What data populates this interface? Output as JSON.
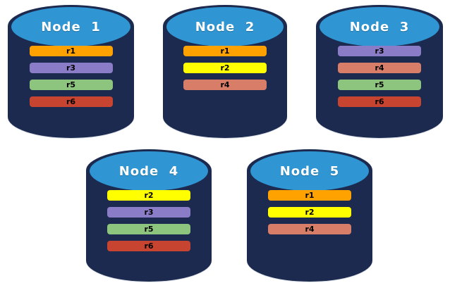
{
  "diagram": {
    "description_colors": {
      "background": "#FFFFFF",
      "cylinder_body": "#1B2A4E",
      "cylinder_top": "#2F96D3",
      "title_text": "#FFFFFF",
      "bar_text": "#000000",
      "replica_r1": "#FFA200",
      "replica_r2": "#FFFF00",
      "replica_r3": "#8B7CC8",
      "replica_r4": "#D87D68",
      "replica_r5": "#8DC57F",
      "replica_r6": "#C74430"
    }
  },
  "nodes": [
    {
      "title": "Node  1",
      "bars": [
        {
          "label": "r1",
          "color": "#FFA200"
        },
        {
          "label": "r3",
          "color": "#8B7CC8"
        },
        {
          "label": "r5",
          "color": "#8DC57F"
        },
        {
          "label": "r6",
          "color": "#C74430"
        }
      ]
    },
    {
      "title": "Node  2",
      "bars": [
        {
          "label": "r1",
          "color": "#FFA200"
        },
        {
          "label": "r2",
          "color": "#FFFF00"
        },
        {
          "label": "r4",
          "color": "#D87D68"
        }
      ]
    },
    {
      "title": "Node  3",
      "bars": [
        {
          "label": "r3",
          "color": "#8B7CC8"
        },
        {
          "label": "r4",
          "color": "#D87D68"
        },
        {
          "label": "r5",
          "color": "#8DC57F"
        },
        {
          "label": "r6",
          "color": "#C74430"
        }
      ]
    },
    {
      "title": "Node  4",
      "bars": [
        {
          "label": "r2",
          "color": "#FFFF00"
        },
        {
          "label": "r3",
          "color": "#8B7CC8"
        },
        {
          "label": "r5",
          "color": "#8DC57F"
        },
        {
          "label": "r6",
          "color": "#C74430"
        }
      ]
    },
    {
      "title": "Node  5",
      "bars": [
        {
          "label": "r1",
          "color": "#FFA200"
        },
        {
          "label": "r2",
          "color": "#FFFF00"
        },
        {
          "label": "r4",
          "color": "#D87D68"
        }
      ]
    }
  ]
}
